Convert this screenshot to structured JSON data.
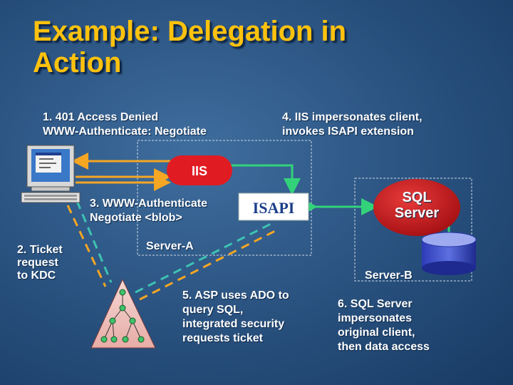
{
  "slide": {
    "title": "Example: Delegation in\nAction"
  },
  "labels": {
    "step1": "1. 401 Access Denied\n   WWW-Authenticate: Negotiate",
    "step4": "4. IIS impersonates client,\n   invokes ISAPI extension",
    "step3": "3. WWW-Authenticate\n   Negotiate <blob>",
    "step2": "2. Ticket\n   request\n   to KDC",
    "step5": "5. ASP uses ADO to\n   query SQL,\n   integrated security\n   requests ticket",
    "step6": "6. SQL Server\n   impersonates\n   original client,\n   then data access",
    "server_a": "Server-A",
    "server_b": "Server-B",
    "iis": "IIS",
    "isapi": "ISAPI",
    "sql_server": "SQL\nServer"
  },
  "colors": {
    "title": "#ffc20e",
    "arrow_orange": "#f5a623",
    "arrow_green": "#33d27a",
    "red_node": "#e11b22",
    "isapi_box": "#ffffff",
    "isapi_text": "#1c3f8a"
  },
  "icons": [
    "computer-icon",
    "kdc-tree-icon",
    "database-icon"
  ]
}
